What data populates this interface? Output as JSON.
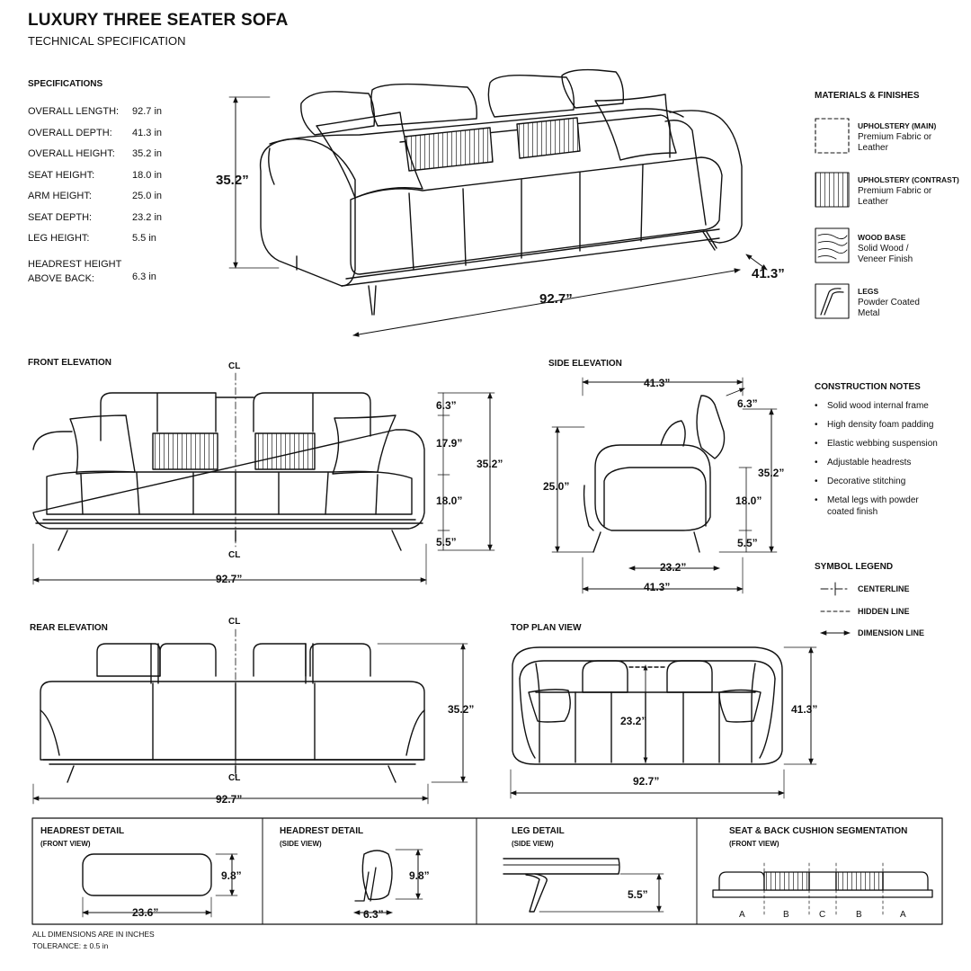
{
  "title": "LUXURY THREE SEATER SOFA",
  "subtitle": "TECHNICAL SPECIFICATION",
  "specifications": {
    "heading": "SPECIFICATIONS",
    "rows": [
      {
        "label": "OVERALL LENGTH:",
        "value": "92.7 in"
      },
      {
        "label": "OVERALL DEPTH:",
        "value": "41.3 in"
      },
      {
        "label": "OVERALL HEIGHT:",
        "value": "35.2 in"
      },
      {
        "label": "SEAT HEIGHT:",
        "value": "18.0 in"
      },
      {
        "label": "ARM HEIGHT:",
        "value": "25.0 in"
      },
      {
        "label": "SEAT DEPTH:",
        "value": "23.2 in"
      },
      {
        "label": "LEG HEIGHT:",
        "value": "5.5 in"
      }
    ],
    "headrest_label_line1": "HEADREST HEIGHT",
    "headrest_label_line2": "ABOVE BACK:",
    "headrest_value": "6.3 in"
  },
  "materials": {
    "heading": "MATERIALS & FINISHES",
    "items": [
      {
        "name": "UPHOLSTERY (MAIN)",
        "line1": "Premium Fabric or",
        "line2": "Leather",
        "icon": "dashed-swatch-icon"
      },
      {
        "name": "UPHOLSTERY (CONTRAST)",
        "line1": "Premium Fabric or",
        "line2": "Leather",
        "icon": "ribbed-swatch-icon"
      },
      {
        "name": "WOOD BASE",
        "line1": "Solid Wood /",
        "line2": "Veneer Finish",
        "icon": "wood-grain-swatch-icon"
      },
      {
        "name": "LEGS",
        "line1": "Powder Coated",
        "line2": "Metal",
        "icon": "metal-leg-icon"
      }
    ]
  },
  "construction": {
    "heading": "CONSTRUCTION NOTES",
    "notes": [
      "Solid wood internal frame",
      "High density foam padding",
      "Elastic webbing suspension",
      "Adjustable headrests",
      "Decorative stitching",
      "Metal legs with powder coated finish"
    ]
  },
  "symbol_legend": {
    "heading": "SYMBOL LEGEND",
    "items": [
      "CENTERLINE",
      "HIDDEN LINE",
      "DIMENSION LINE"
    ]
  },
  "views": {
    "front": "FRONT ELEVATION",
    "side": "SIDE ELEVATION",
    "rear": "REAR ELEVATION",
    "plan": "TOP PLAN VIEW",
    "cl": "CL"
  },
  "dims": {
    "length": "92.7”",
    "depth": "41.3”",
    "height": "35.2”",
    "headrest": "6.3”",
    "back": "17.9”",
    "seat": "18.0”",
    "leg": "5.5”",
    "arm": "25.0”",
    "seat_depth": "23.2”",
    "plan_seat_depth": "23.2”",
    "headrest_width": "23.6”",
    "headrest_height": "9.8”",
    "headrest_depth": "6.3”",
    "leg_detail": "5.5”"
  },
  "details": [
    {
      "title": "HEADREST DETAIL",
      "sub": "(FRONT VIEW)"
    },
    {
      "title": "HEADREST DETAIL",
      "sub": "(SIDE VIEW)"
    },
    {
      "title": "LEG DETAIL",
      "sub": "(SIDE VIEW)"
    },
    {
      "title": "SEAT & BACK CUSHION SEGMENTATION",
      "sub": "(FRONT VIEW)"
    }
  ],
  "segments": [
    "A",
    "B",
    "C",
    "B",
    "A"
  ],
  "footnote": {
    "line1": "ALL DIMENSIONS ARE IN INCHES",
    "line2": "TOLERANCE: ± 0.5 in"
  }
}
